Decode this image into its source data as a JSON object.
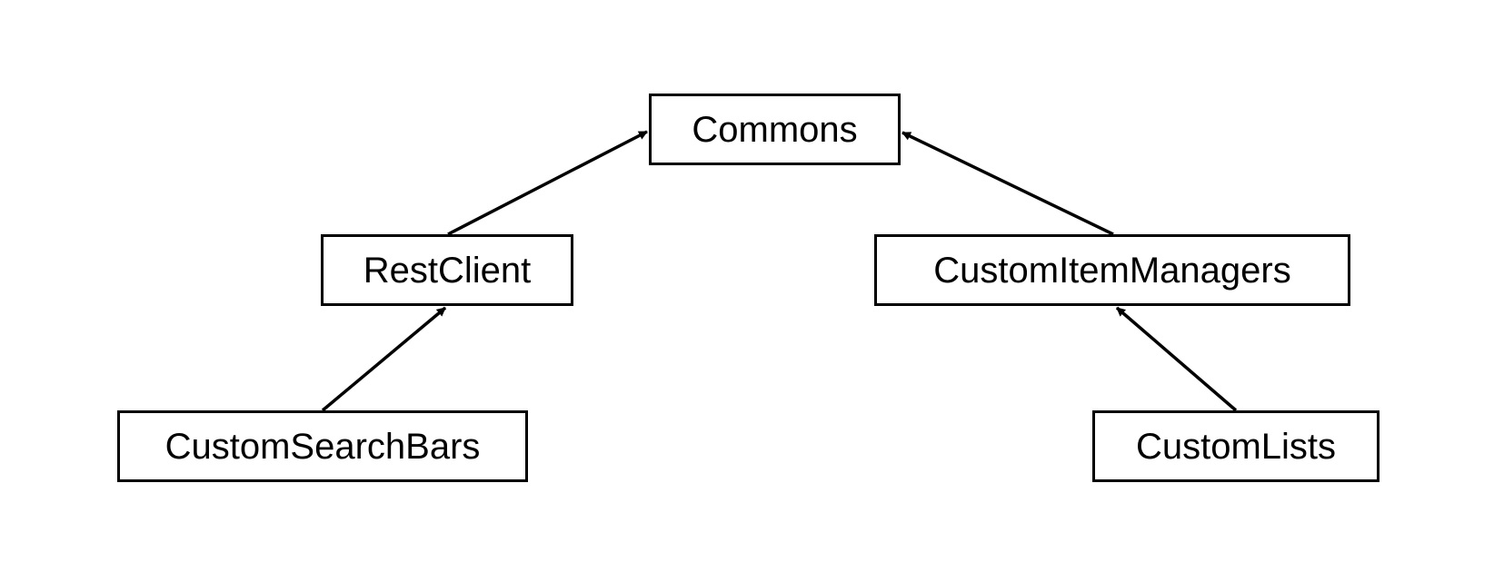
{
  "diagram": {
    "nodes": [
      {
        "id": "commons",
        "label": "Commons"
      },
      {
        "id": "restclient",
        "label": "RestClient"
      },
      {
        "id": "customitemmanagers",
        "label": "CustomItemManagers"
      },
      {
        "id": "customsearchbars",
        "label": "CustomSearchBars"
      },
      {
        "id": "customlists",
        "label": "CustomLists"
      }
    ],
    "edges": [
      {
        "from": "restclient",
        "to": "commons"
      },
      {
        "from": "customitemmanagers",
        "to": "commons"
      },
      {
        "from": "customsearchbars",
        "to": "restclient"
      },
      {
        "from": "customlists",
        "to": "customitemmanagers"
      }
    ],
    "colors": {
      "stroke": "#000000",
      "background": "#ffffff"
    }
  }
}
